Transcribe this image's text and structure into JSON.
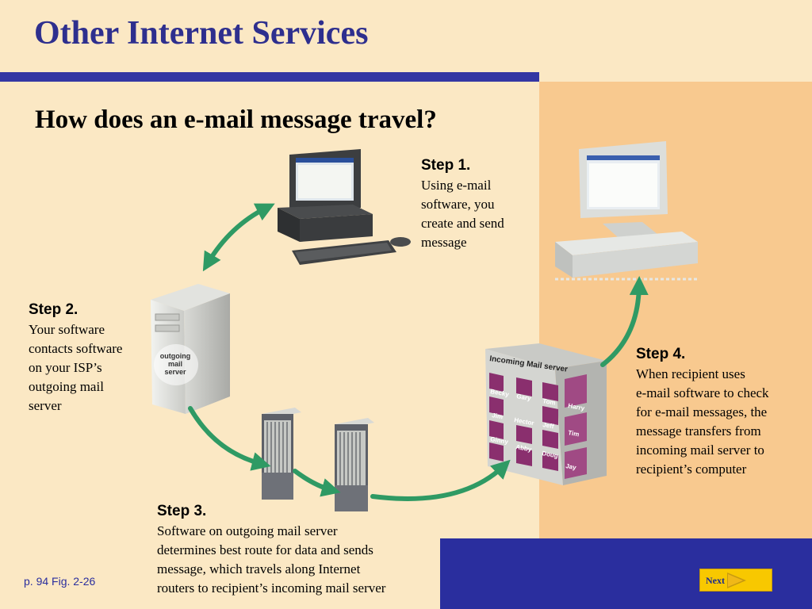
{
  "slide": {
    "title": "Other Internet Services",
    "subtitle": "How does an e-mail message travel?",
    "caption": "p. 94 Fig. 2-26",
    "next_label": "Next"
  },
  "steps": [
    {
      "head": "Step 1.",
      "body": "Using e-mail\nsoftware, you\ncreate and send\nmessage"
    },
    {
      "head": "Step 2.",
      "body": "Your software\ncontacts software\non your ISP’s\noutgoing mail\nserver"
    },
    {
      "head": "Step 3.",
      "body": "Software on outgoing mail server\ndetermines best route for data and sends\nmessage, which travels along Internet\nrouters to recipient’s incoming mail server"
    },
    {
      "head": "Step 4.",
      "body": "When recipient uses\ne-mail software to check\nfor e-mail messages, the\nmessage transfers from\nincoming mail server to\nrecipient’s computer"
    }
  ],
  "server_label": {
    "line1": "outgoing",
    "line2": "mail",
    "line3": "server"
  },
  "mailbox": {
    "header": "Incoming Mail server",
    "names": [
      "Becky",
      "Gary",
      "Tom",
      "Harry",
      "Jim",
      "Hector",
      "Jeff",
      "Tim",
      "Ginny",
      "Abby",
      "Doug",
      "Jay"
    ]
  },
  "colors": {
    "title": "#2e2f8e",
    "arrow": "#2f9a64",
    "band": "#2a2e9e",
    "panel": "#f8c98f",
    "background": "#fbe8c4"
  }
}
